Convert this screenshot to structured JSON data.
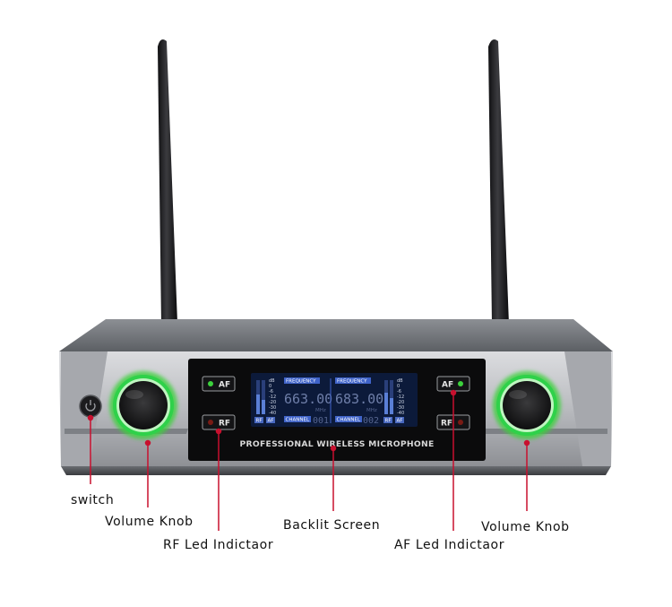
{
  "device": {
    "panel_title": "PROFESSIONAL WIRELESS MICROPHONE",
    "left_af_button": "AF",
    "left_rf_button": "RF",
    "right_af_button": "AF",
    "right_rf_button": "RF",
    "lcd": {
      "ch1": {
        "frequency_label": "FREQUENCY",
        "frequency_value": "663.00",
        "mhz": "MHz",
        "channel_label": "CHANNEL",
        "channel_value": "001"
      },
      "ch2": {
        "frequency_label": "FREQUENCY",
        "frequency_value": "683.00",
        "mhz": "MHz",
        "channel_label": "CHANNEL",
        "channel_value": "002"
      },
      "meter_labels": [
        "dB",
        "0",
        "-6",
        "-12",
        "-20",
        "-30",
        "-40"
      ],
      "meter_tags": [
        "RF",
        "AF"
      ]
    }
  },
  "labels": {
    "switch": "switch",
    "volume_knob_left": "Volume Knob",
    "rf_led": "RF Led Indictaor",
    "backlit_screen": "Backlit Screen",
    "af_led": "AF Led Indictaor",
    "volume_knob_right": "Volume Knob"
  },
  "colors": {
    "callout_line": "#c8102e",
    "knob_glow": "#3cd23c",
    "lcd_background": "#0c1a3a",
    "lcd_digits": "#6e7ea8"
  }
}
